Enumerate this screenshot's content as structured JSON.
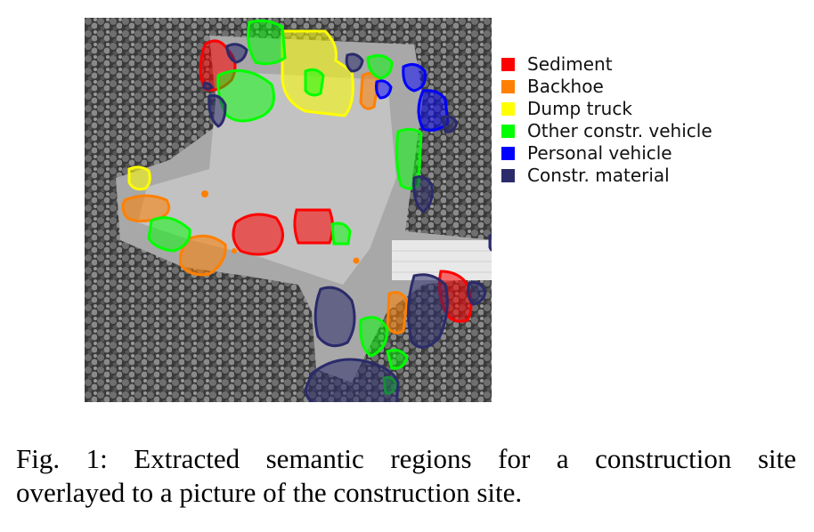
{
  "legend": {
    "items": [
      {
        "label": "Sediment",
        "color": "#ff0000"
      },
      {
        "label": "Backhoe",
        "color": "#ff8000"
      },
      {
        "label": "Dump truck",
        "color": "#ffff00"
      },
      {
        "label": "Other constr. vehicle",
        "color": "#00ff00"
      },
      {
        "label": "Personal vehicle",
        "color": "#0000ff"
      },
      {
        "label": "Constr. material",
        "color": "#2b2b6b"
      }
    ]
  },
  "caption": {
    "line1": "Fig. 1: Extracted semantic regions for a construction site",
    "line2": "overlayed to a picture of the construction site."
  }
}
